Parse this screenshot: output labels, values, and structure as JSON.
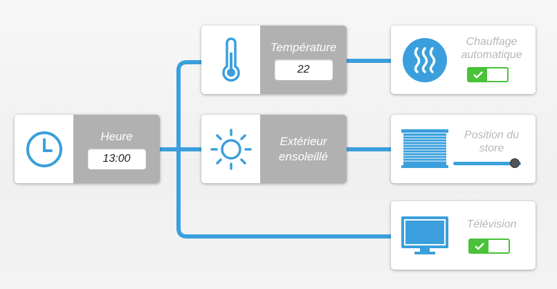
{
  "colors": {
    "accent": "#3a9fdc",
    "panel_gray": "#b1b1b1",
    "label_gray": "#b7b7b7",
    "toggle_green": "#49c33a"
  },
  "heure": {
    "label": "Heure",
    "value": "13:00",
    "icon": "clock-icon"
  },
  "temperature": {
    "label": "Température",
    "value": "22",
    "icon": "thermometer-icon"
  },
  "exterieur": {
    "label_line1": "Extérieur",
    "label_line2": "ensoleillé",
    "icon": "sun-icon"
  },
  "chauffage": {
    "label_line1": "Chauffage",
    "label_line2": "automatique",
    "icon": "heating-icon",
    "toggle_on": true
  },
  "store": {
    "label_line1": "Position du",
    "label_line2": "store",
    "icon": "blind-icon",
    "slider_fraction": 0.9
  },
  "television": {
    "label": "Télévision",
    "icon": "tv-icon",
    "toggle_on": true
  }
}
